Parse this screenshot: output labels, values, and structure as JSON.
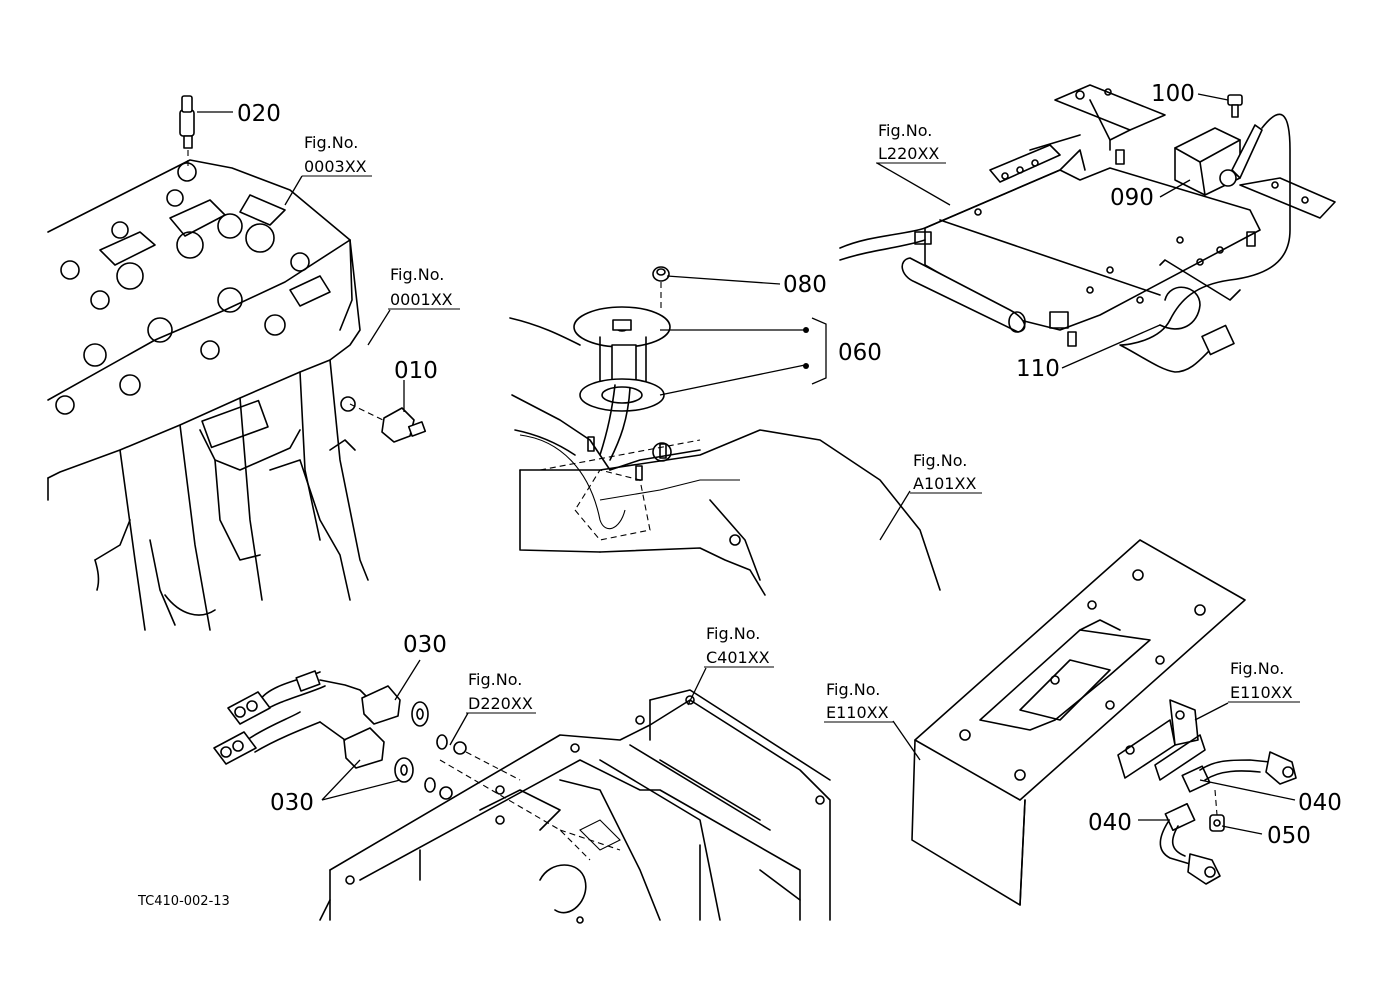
{
  "parts": {
    "p010": "010",
    "p020": "020",
    "p030a": "030",
    "p030b": "030",
    "p040a": "040",
    "p040b": "040",
    "p050": "050",
    "p060": "060",
    "p080": "080",
    "p090": "090",
    "p100": "100",
    "p110": "110"
  },
  "figrefs": {
    "engine_head": {
      "label": "Fig.No.",
      "code": "0003XX"
    },
    "engine_block": {
      "label": "Fig.No.",
      "code": "0001XX"
    },
    "seat_frame": {
      "label": "Fig.No.",
      "code": "L220XX"
    },
    "fuel_tank": {
      "label": "Fig.No.",
      "code": "A101XX"
    },
    "transmission_d": {
      "label": "Fig.No.",
      "code": "D220XX"
    },
    "transmission_c": {
      "label": "Fig.No.",
      "code": "C401XX"
    },
    "cover_left": {
      "label": "Fig.No.",
      "code": "E110XX"
    },
    "cover_right": {
      "label": "Fig.No.",
      "code": "E110XX"
    }
  },
  "drawing_code": "TC410-002-13"
}
